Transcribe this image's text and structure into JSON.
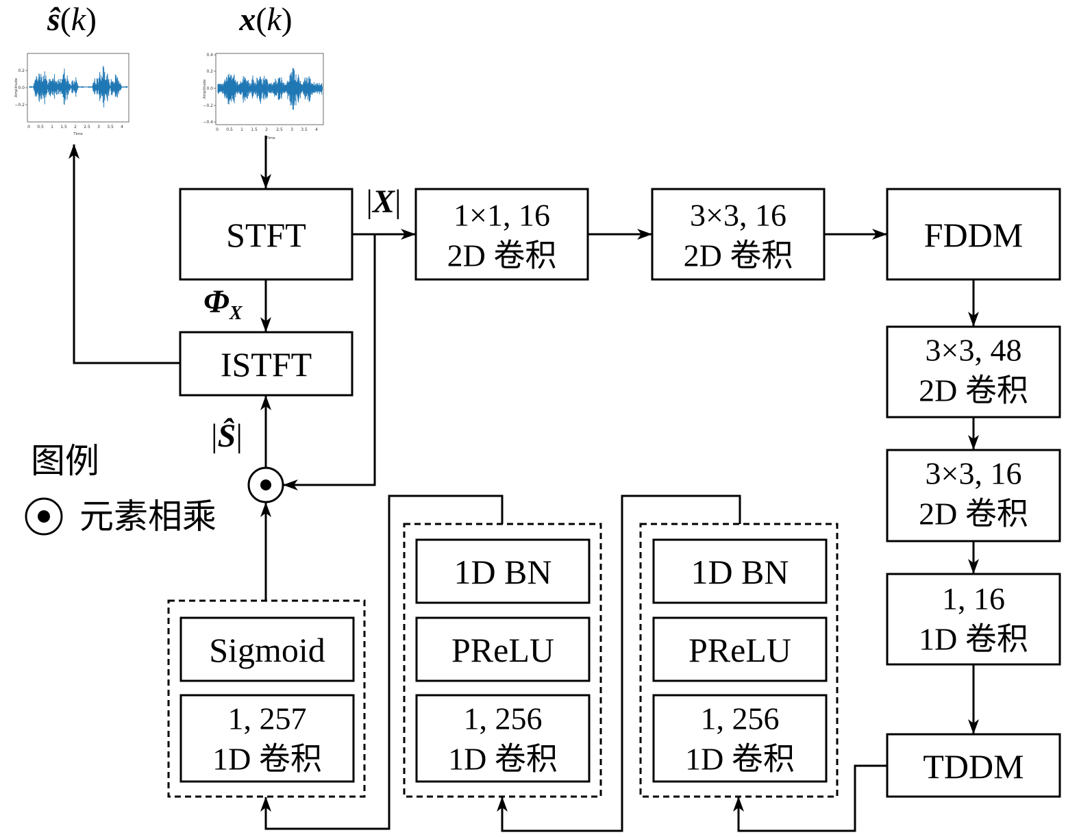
{
  "signals": {
    "output": {
      "symbol": "ŝ",
      "open": "(",
      "arg": "k",
      "close": ")"
    },
    "input": {
      "symbol": "x",
      "open": "(",
      "arg": "k",
      "close": ")"
    }
  },
  "thumbnails": {
    "output": {
      "ylabel": "Amplitude",
      "xlabel": "Time",
      "yticks": [
        "0.2",
        "0.0",
        "−0.2"
      ],
      "xticks": [
        "0",
        "0.5",
        "1",
        "1.5",
        "2",
        "2.5",
        "3",
        "3.5",
        "4"
      ]
    },
    "input": {
      "ylabel": "Amplitude",
      "xlabel": "Time",
      "yticks": [
        "0.4",
        "0.2",
        "0.0",
        "−0.2",
        "−0.4"
      ],
      "xticks": [
        "0",
        "0.5",
        "1",
        "1.5",
        "2",
        "2.5",
        "3",
        "3.5",
        "4"
      ]
    }
  },
  "colors": {
    "waveform": "#1f77b4",
    "line": "#000000"
  },
  "edge_labels": {
    "magnitude": {
      "open": "|",
      "symbol": "X",
      "close": "|"
    },
    "phase": {
      "symbol": "Φ",
      "subscript": "X"
    },
    "estimate": {
      "open": "|",
      "symbol": "Ŝ",
      "close": "|"
    }
  },
  "blocks": {
    "stft": "STFT",
    "istft": "ISTFT",
    "conv2d_1x1_16": {
      "params": "1×1, 16",
      "type": "2D 卷积"
    },
    "conv2d_3x3_16_a": {
      "params": "3×3, 16",
      "type": "2D 卷积"
    },
    "fddm": "FDDM",
    "conv2d_3x3_48": {
      "params": "3×3, 48",
      "type": "2D 卷积"
    },
    "conv2d_3x3_16_b": {
      "params": "3×3, 16",
      "type": "2D 卷积"
    },
    "conv1d_1_16": {
      "params": "1, 16",
      "type": "1D 卷积"
    },
    "tddm": "TDDM"
  },
  "groups": {
    "mask": {
      "activation": "Sigmoid",
      "conv": {
        "params": "1, 257",
        "type": "1D 卷积"
      }
    },
    "stage_a": {
      "norm": "1D BN",
      "activation": "PReLU",
      "conv": {
        "params": "1, 256",
        "type": "1D 卷积"
      }
    },
    "stage_b": {
      "norm": "1D BN",
      "activation": "PReLU",
      "conv": {
        "params": "1, 256",
        "type": "1D 卷积"
      }
    }
  },
  "legend": {
    "title": "图例",
    "multiply": "元素相乘"
  }
}
